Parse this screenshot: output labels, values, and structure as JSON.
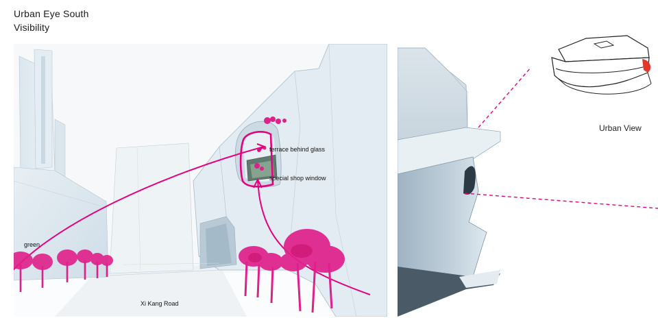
{
  "header": {
    "title_line1": "Urban Eye South",
    "title_line2": "Visibility"
  },
  "annotations": {
    "terrace": "terrace behind glass",
    "shop_window": "special shop window",
    "green": "green",
    "road": "Xi Kang Road"
  },
  "side": {
    "view_label": "Urban View"
  },
  "colors": {
    "accent": "#e6007e",
    "tree": "#e0208a",
    "building": "#dfe9f0",
    "sky": "#f3f6f8"
  }
}
